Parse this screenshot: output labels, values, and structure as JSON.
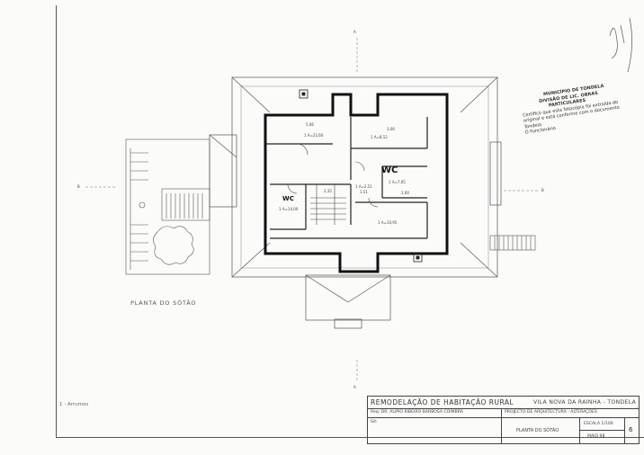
{
  "drawing": {
    "plan_label": "PLANTA DO SÓTÃO",
    "legend": "1 - Arrumos",
    "section_marks": [
      "A",
      "A",
      "B",
      "B"
    ],
    "wc_label": "WC",
    "rooms": [
      {
        "num": "1",
        "area": "A=22,60"
      },
      {
        "num": "1",
        "area": "A=8,52"
      },
      {
        "num": "1",
        "area": "A=7,05"
      },
      {
        "num": "1",
        "area": "A=10,95"
      },
      {
        "num": "1",
        "area": "A=14,00"
      },
      {
        "num": "1",
        "area": "A=2,51"
      }
    ],
    "dims": [
      "5,06",
      "3,06",
      "2,35",
      "1,51",
      "2,00"
    ]
  },
  "stamp": {
    "line1": "MUNICÍPIO DE TONDELA",
    "line2": "DIVISÃO DE LIC. OBRAS",
    "line3": "PARTICULARES",
    "line4": "Certifico que esta fotocópia foi extraída do",
    "line5": "original e está conforme com o documento",
    "line6": "Tondela",
    "line7": "O Funcionário"
  },
  "title_block": {
    "project_title": "REMODELAÇÃO DE HABITAÇÃO RURAL",
    "location": "VILA NOVA DA RAINHA - TONDELA",
    "requester": "Req: DR. ALIPIO RIBEIRO BARBOSA COIMBRA",
    "sector": "Sit:",
    "project_type": "PROJECTO DE ARQUITECTURA - ALTERAÇÕES",
    "sheet_name": "PLANTA DO SÓTÃO",
    "scale": "ESCALA 1/100",
    "date": "MAIO 98",
    "sheet_number": "6"
  }
}
